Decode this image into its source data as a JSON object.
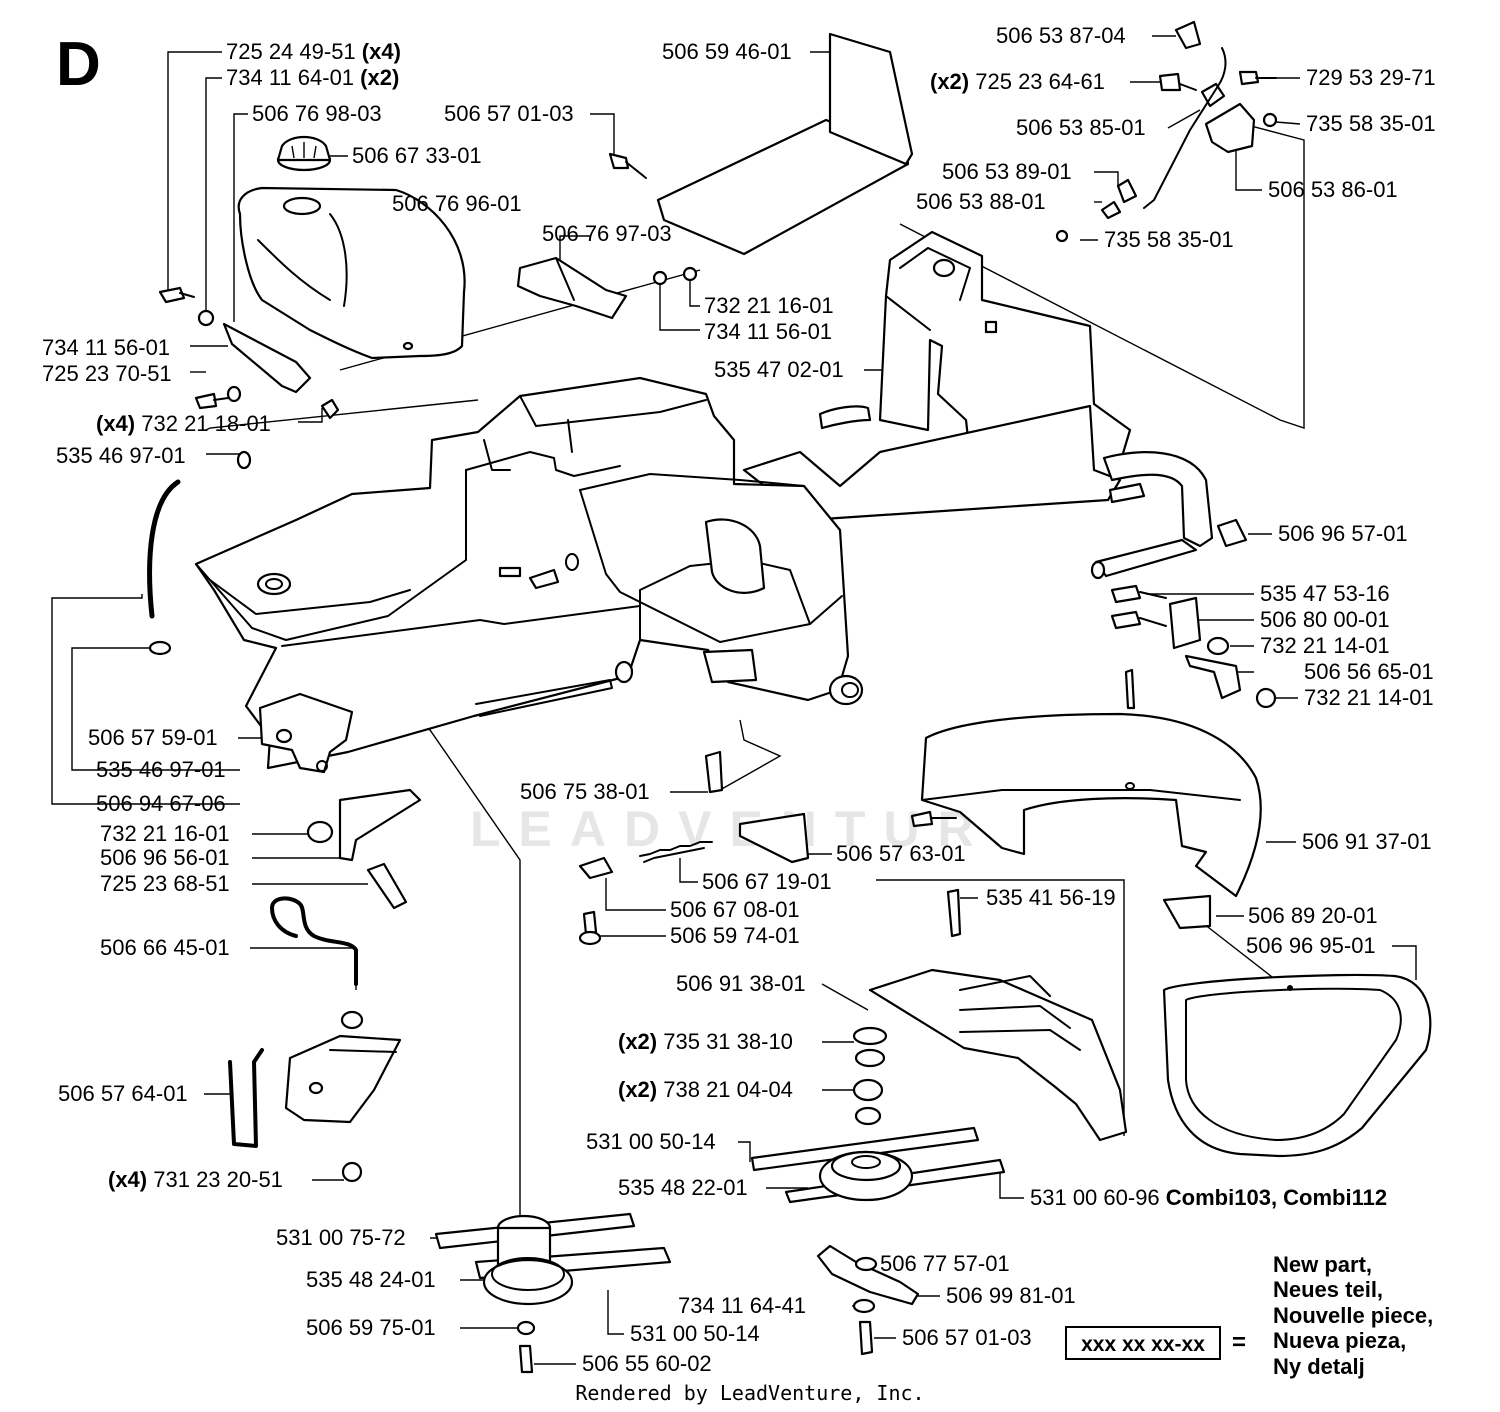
{
  "section_letter": "D",
  "labels": [
    {
      "pre": "",
      "num": "725 24 49-51",
      "suf": "(x4)"
    },
    {
      "pre": "",
      "num": "734 11 64-01",
      "suf": "(x2)"
    },
    {
      "pre": "",
      "num": "506 76 98-03",
      "suf": ""
    },
    {
      "pre": "",
      "num": "506 67 33-01",
      "suf": ""
    },
    {
      "pre": "",
      "num": "506 76 96-01",
      "suf": ""
    },
    {
      "pre": "",
      "num": "506 57 01-03",
      "suf": ""
    },
    {
      "pre": "",
      "num": "506 59 46-01",
      "suf": ""
    },
    {
      "pre": "",
      "num": "506 76 97-03",
      "suf": ""
    },
    {
      "pre": "",
      "num": "732 21 16-01",
      "suf": ""
    },
    {
      "pre": "",
      "num": "734 11 56-01",
      "suf": ""
    },
    {
      "pre": "",
      "num": "734 11 56-01",
      "suf": ""
    },
    {
      "pre": "",
      "num": "725 23 70-51",
      "suf": ""
    },
    {
      "pre": "(x4)",
      "num": "732 21 18-01",
      "suf": ""
    },
    {
      "pre": "",
      "num": "535 46 97-01",
      "suf": ""
    },
    {
      "pre": "",
      "num": "535 47 02-01",
      "suf": ""
    },
    {
      "pre": "",
      "num": "506 53 87-04",
      "suf": ""
    },
    {
      "pre": "",
      "num": "729 53 29-71",
      "suf": ""
    },
    {
      "pre": "(x2)",
      "num": "725 23 64-61",
      "suf": ""
    },
    {
      "pre": "",
      "num": "506 53 85-01",
      "suf": ""
    },
    {
      "pre": "",
      "num": "735 58 35-01",
      "suf": ""
    },
    {
      "pre": "",
      "num": "506 53 89-01",
      "suf": ""
    },
    {
      "pre": "",
      "num": "506 53 88-01",
      "suf": ""
    },
    {
      "pre": "",
      "num": "506 53 86-01",
      "suf": ""
    },
    {
      "pre": "",
      "num": "735 58 35-01",
      "suf": ""
    },
    {
      "pre": "",
      "num": "506 96 57-01",
      "suf": ""
    },
    {
      "pre": "",
      "num": "535 47 53-16",
      "suf": ""
    },
    {
      "pre": "",
      "num": "506 80 00-01",
      "suf": ""
    },
    {
      "pre": "",
      "num": "732 21 14-01",
      "suf": ""
    },
    {
      "pre": "",
      "num": "506 56 65-01",
      "suf": ""
    },
    {
      "pre": "",
      "num": "732 21 14-01",
      "suf": ""
    },
    {
      "pre": "",
      "num": "506 57 59-01",
      "suf": ""
    },
    {
      "pre": "",
      "num": "535 46 97-01",
      "suf": ""
    },
    {
      "pre": "",
      "num": "506 94 67-06",
      "suf": ""
    },
    {
      "pre": "",
      "num": "506 75 38-01",
      "suf": ""
    },
    {
      "pre": "",
      "num": "506 91 37-01",
      "suf": ""
    },
    {
      "pre": "",
      "num": "732 21 16-01",
      "suf": ""
    },
    {
      "pre": "",
      "num": "506 96 56-01",
      "suf": ""
    },
    {
      "pre": "",
      "num": "725 23 68-51",
      "suf": ""
    },
    {
      "pre": "",
      "num": "506 57 63-01",
      "suf": ""
    },
    {
      "pre": "",
      "num": "506 67 19-01",
      "suf": ""
    },
    {
      "pre": "",
      "num": "535 41 56-19",
      "suf": ""
    },
    {
      "pre": "",
      "num": "506 67 08-01",
      "suf": ""
    },
    {
      "pre": "",
      "num": "506 89 20-01",
      "suf": ""
    },
    {
      "pre": "",
      "num": "506 59 74-01",
      "suf": ""
    },
    {
      "pre": "",
      "num": "506 96 95-01",
      "suf": ""
    },
    {
      "pre": "",
      "num": "506 66 45-01",
      "suf": ""
    },
    {
      "pre": "",
      "num": "506 91 38-01",
      "suf": ""
    },
    {
      "pre": "(x2)",
      "num": "735 31 38-10",
      "suf": ""
    },
    {
      "pre": "(x2)",
      "num": "738 21 04-04",
      "suf": ""
    },
    {
      "pre": "",
      "num": "506 57 64-01",
      "suf": ""
    },
    {
      "pre": "",
      "num": "531 00 50-14",
      "suf": ""
    },
    {
      "pre": "(x4)",
      "num": "731 23 20-51",
      "suf": ""
    },
    {
      "pre": "",
      "num": "535 48 22-01",
      "suf": ""
    },
    {
      "pre": "",
      "num": "531 00 60-96",
      "suf": "Combi103, Combi112"
    },
    {
      "pre": "",
      "num": "531 00 75-72",
      "suf": ""
    },
    {
      "pre": "",
      "num": "506 77 57-01",
      "suf": ""
    },
    {
      "pre": "",
      "num": "535 48 24-01",
      "suf": ""
    },
    {
      "pre": "",
      "num": "506 99 81-01",
      "suf": ""
    },
    {
      "pre": "",
      "num": "734 11 64-41",
      "suf": ""
    },
    {
      "pre": "",
      "num": "506 59 75-01",
      "suf": ""
    },
    {
      "pre": "",
      "num": "531 00 50-14",
      "suf": ""
    },
    {
      "pre": "",
      "num": "506 57 01-03",
      "suf": ""
    },
    {
      "pre": "",
      "num": "506 55 60-02",
      "suf": ""
    }
  ],
  "legend": {
    "box_text": "xxx xx xx-xx",
    "equals": "=",
    "lines": [
      "New part,",
      "Neues teil,",
      "Nouvelle piece,",
      "Nueva pieza,",
      "Ny detalj"
    ]
  },
  "watermark": "LEADVENTURE",
  "footer": "Rendered by LeadVenture, Inc."
}
